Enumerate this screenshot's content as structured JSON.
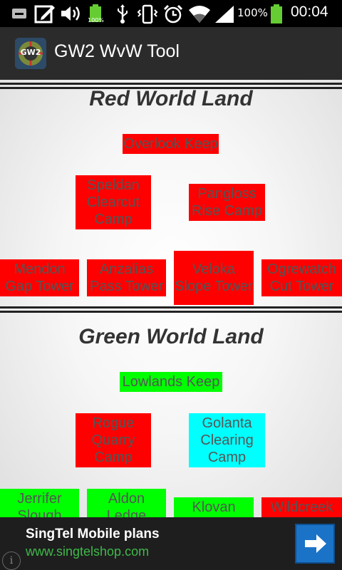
{
  "status_bar": {
    "icons": [
      "dash-icon",
      "edit-icon",
      "volume-icon",
      "battery-full-icon",
      "usb-icon",
      "vibrate-icon",
      "alarm-icon",
      "wifi-icon",
      "signal-icon"
    ],
    "small_battery_label": "100%",
    "battery_pct": "100%",
    "time": "00:04"
  },
  "action_bar": {
    "app_icon_text": "GW2",
    "title": "GW2 WvW Tool"
  },
  "sections": [
    {
      "title": "Red World Land",
      "keep": {
        "label": "Overlook Keep",
        "color": "red"
      },
      "camps": [
        {
          "label": "Speldan Clearcut Camp",
          "color": "red"
        },
        {
          "label": "Pangloss Rise Camp",
          "color": "red"
        }
      ],
      "towers": [
        {
          "label": "Mendon Gap Tower",
          "color": "red"
        },
        {
          "label": "Anzalias Pass Tower",
          "color": "red"
        },
        {
          "label": "Veloka Slope Tower",
          "color": "red"
        },
        {
          "label": "Ogrewatch Cut Tower",
          "color": "red"
        }
      ]
    },
    {
      "title": "Green World Land",
      "keep": {
        "label": "Lowlands Keep",
        "color": "green"
      },
      "camps": [
        {
          "label": "Rogue Quarry Camp",
          "color": "red"
        },
        {
          "label": "Golanta Clearing Camp",
          "color": "cyan"
        }
      ],
      "towers": [
        {
          "label": "Jerrifer Slough",
          "color": "green"
        },
        {
          "label": "Aldon Ledge",
          "color": "green"
        },
        {
          "label": "Klovan",
          "color": "green"
        },
        {
          "label": "Wildcreek",
          "color": "red"
        }
      ]
    }
  ],
  "ad": {
    "title": "SingTel Mobile plans",
    "url": "www.singtelshop.com",
    "info_glyph": "i"
  },
  "colors": {
    "red": "#ff0000",
    "green": "#00ff00",
    "cyan": "#00ffff",
    "actionbar": "#2b2b2b",
    "ad_button": "#1a73c7"
  }
}
